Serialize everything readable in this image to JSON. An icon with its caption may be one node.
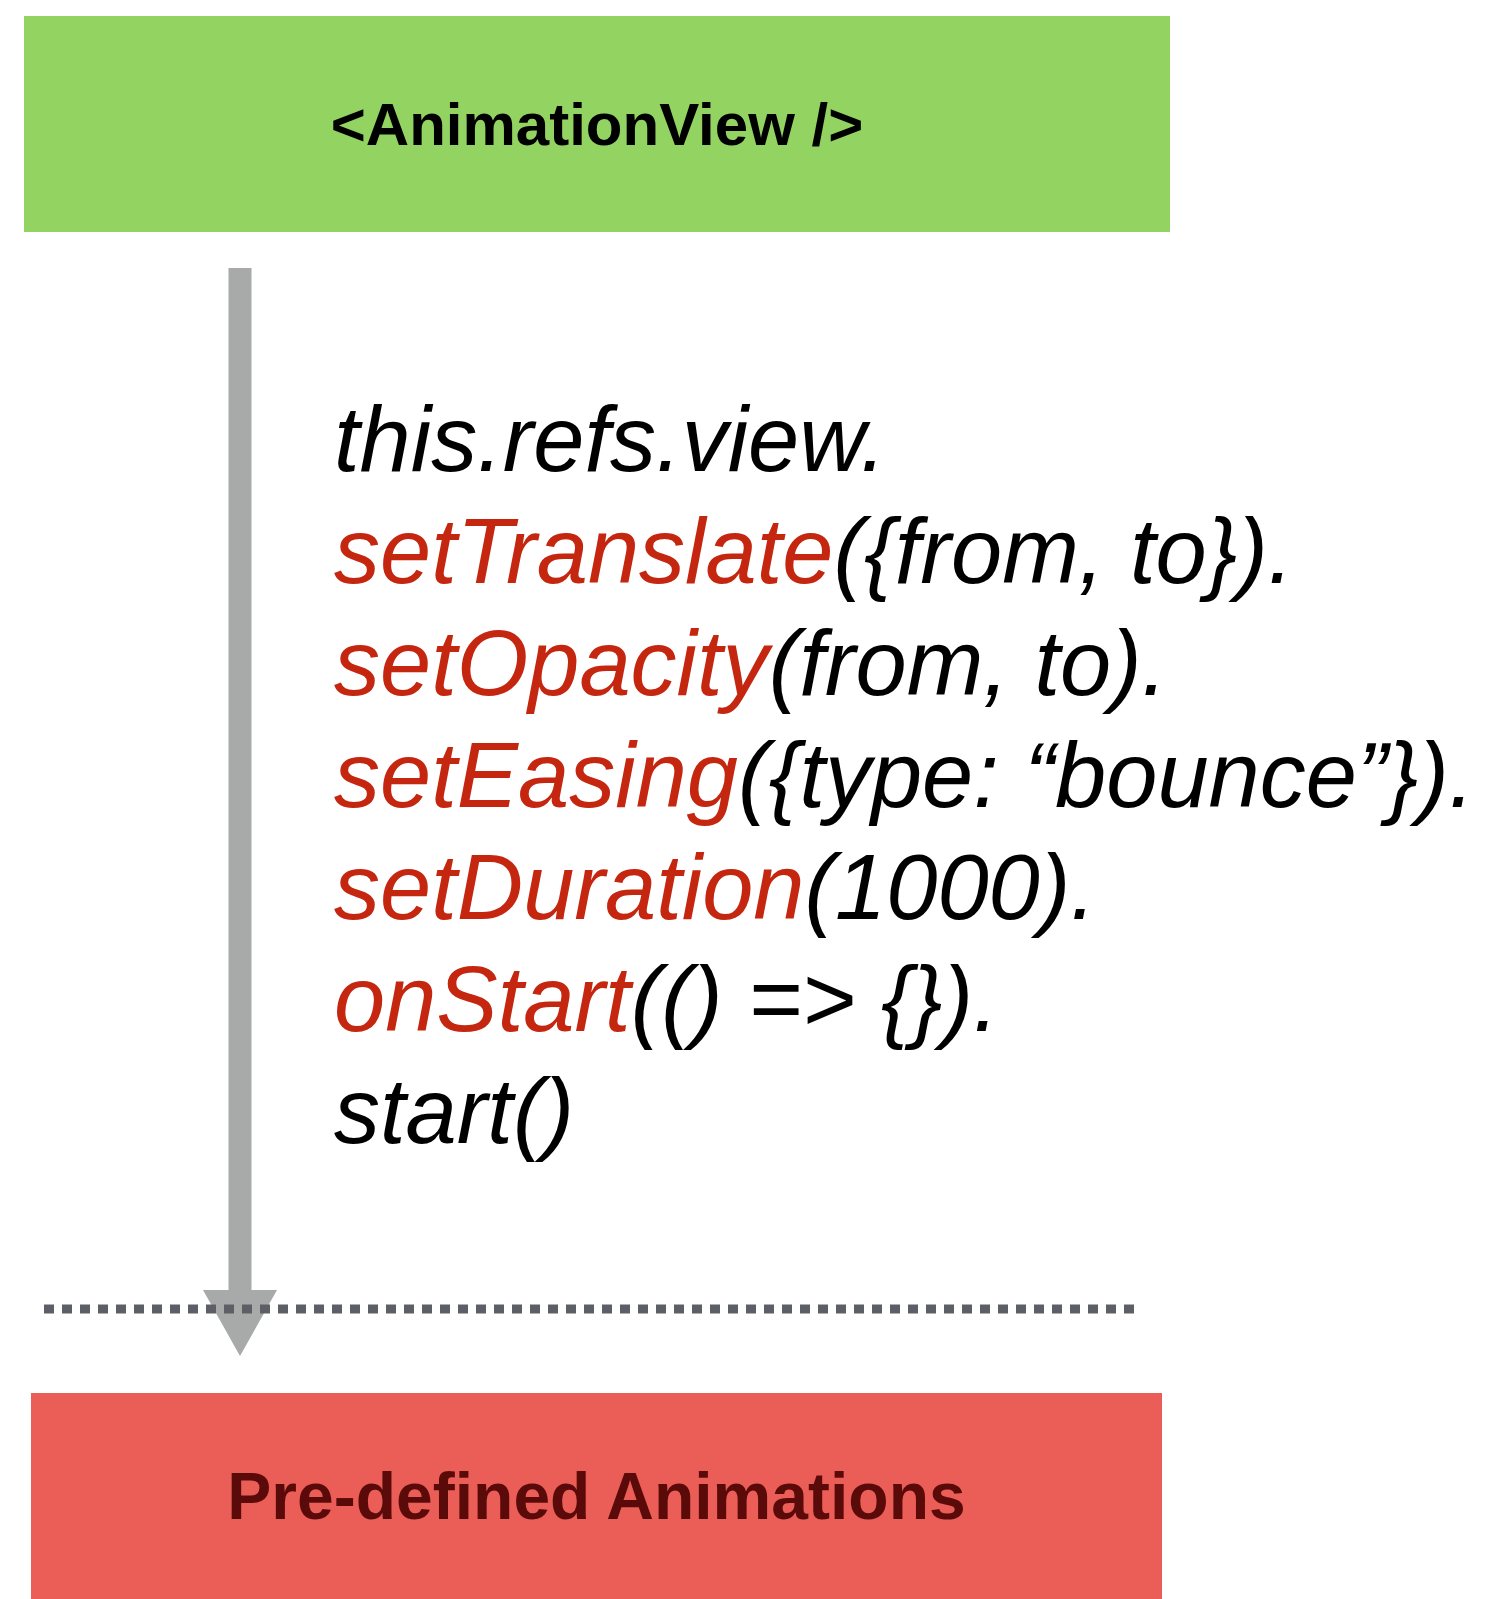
{
  "diagram": {
    "nodes": [
      {
        "text": [
          "<AnimationView />"
        ]
      },
      {
        "text": [
          "Pre-defined Animations"
        ]
      }
    ],
    "edges": [
      {
        "from": 0,
        "to": 1,
        "arrow": "to"
      }
    ],
    "labels": [
      "this.refs.view.",
      "setTranslate",
      "({from, to}).",
      "setOpacity",
      "(from, to).",
      "setEasing",
      "({type: “bounce”}).",
      "setDuration",
      "(1000).",
      "onStart",
      "(() => {}).",
      "start()"
    ]
  }
}
